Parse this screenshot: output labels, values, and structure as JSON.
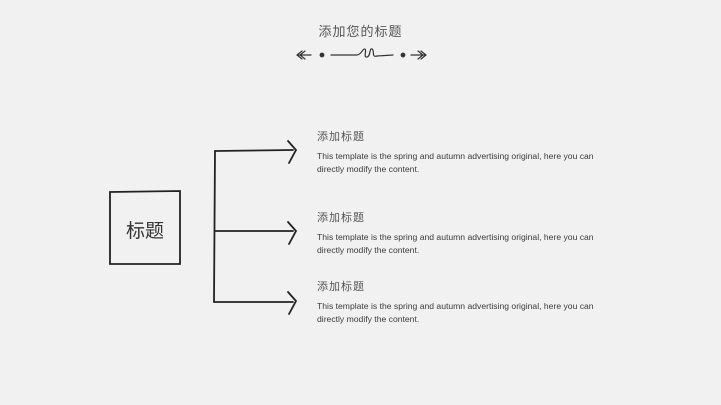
{
  "slide": {
    "title": "添加您的标题",
    "center_label": "标题",
    "items": [
      {
        "heading": "添加标题",
        "body": "This template is the spring and autumn advertising original, here you can directly modify the content."
      },
      {
        "heading": "添加标题",
        "body": "This template is the spring and autumn advertising original, here you can directly modify the content."
      },
      {
        "heading": "添加标题",
        "body": "This template is the spring and autumn advertising original, here you can directly modify the content."
      }
    ],
    "colors": {
      "background": "#f1f1f1",
      "stroke": "#222222",
      "text": "#3a3a3a"
    }
  }
}
